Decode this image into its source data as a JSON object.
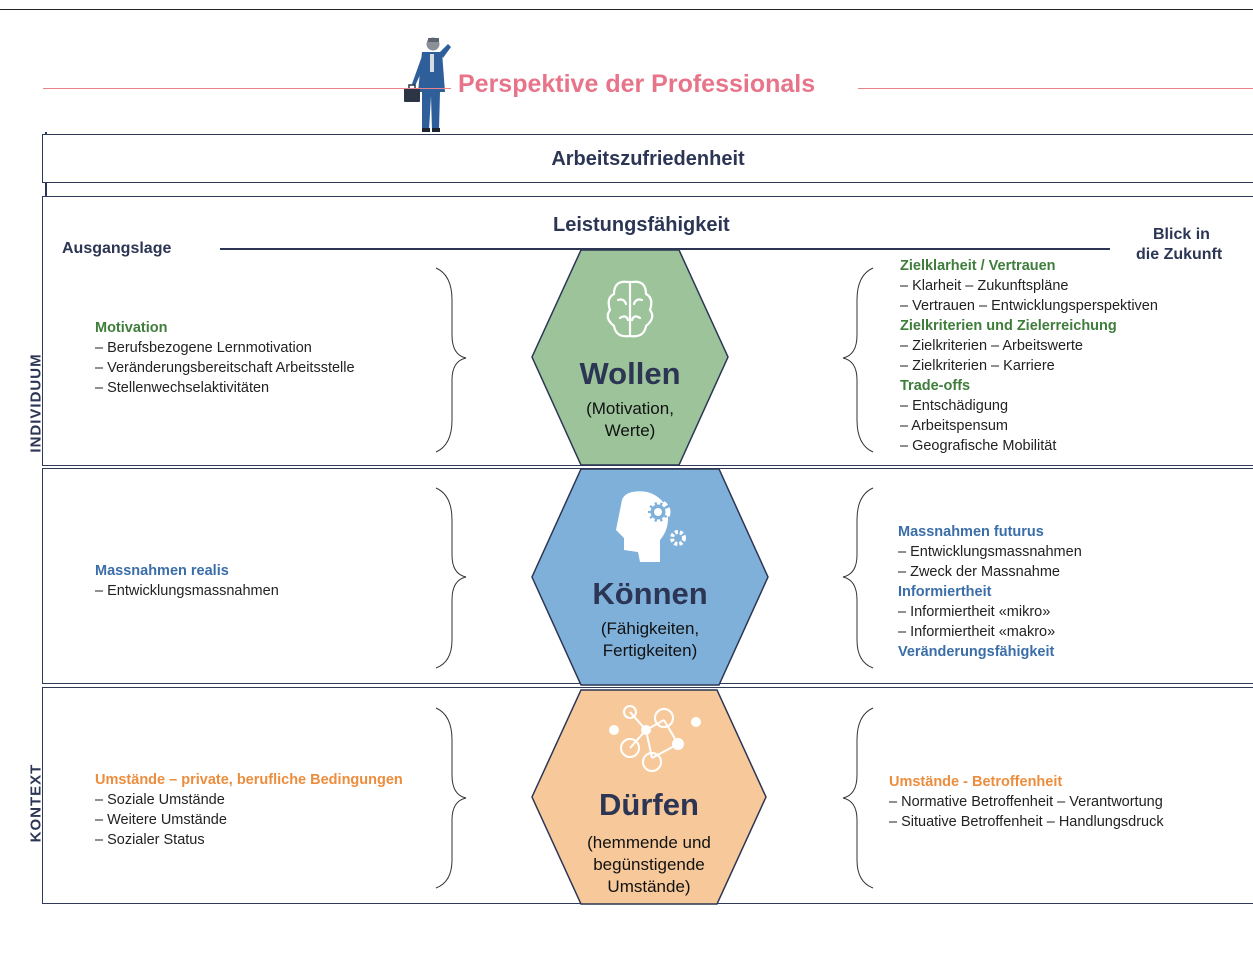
{
  "header": {
    "title": "Perspektive der Professionals"
  },
  "top_bar": {
    "label": "Arbeitszufriedenheit"
  },
  "main": {
    "heading": "Leistungsfähigkeit",
    "left_heading": "Ausgangslage",
    "right_heading_line1": "Blick in",
    "right_heading_line2": "die Zukunft"
  },
  "side_labels": {
    "individuum": "INDIVIDUUM",
    "kontext": "KONTEXT"
  },
  "rows": {
    "wollen": {
      "title": "Wollen",
      "subtitle_line1": "(Motivation,",
      "subtitle_line2": "Werte)",
      "left": {
        "heading": "Motivation",
        "items": [
          "– Berufsbezogene Lernmotivation",
          "– Veränderungsbereitschaft Arbeitsstelle",
          "– Stellenwechselaktivitäten"
        ]
      },
      "right": {
        "heading1": "Zielklarheit / Vertrauen",
        "items1": [
          "– Klarheit – Zukunftspläne",
          "– Vertrauen – Entwicklungsperspektiven"
        ],
        "heading2": "Zielkriterien und Zielerreichung",
        "items2": [
          "– Zielkriterien – Arbeitswerte",
          "– Zielkriterien – Karriere"
        ],
        "heading3": "Trade-offs",
        "items3": [
          "– Entschädigung",
          "– Arbeitspensum",
          "– Geografische Mobilität"
        ]
      }
    },
    "koennen": {
      "title": "Können",
      "subtitle_line1": "(Fähigkeiten,",
      "subtitle_line2": "Fertigkeiten)",
      "left": {
        "heading": "Massnahmen realis",
        "items": [
          "– Entwicklungsmassnahmen"
        ]
      },
      "right": {
        "heading1": "Massnahmen futurus",
        "items1": [
          "– Entwicklungsmassnahmen",
          "– Zweck der Massnahme"
        ],
        "heading2": "Informiertheit",
        "items2": [
          "– Informiertheit «mikro»",
          "– Informiertheit «makro»"
        ],
        "heading3": "Veränderungsfähigkeit"
      }
    },
    "duerfen": {
      "title": "Dürfen",
      "subtitle_line1": "(hemmende und",
      "subtitle_line2": "begünstigende",
      "subtitle_line3": "Umstände)",
      "left": {
        "heading": "Umstände – private, berufliche Bedingungen",
        "items": [
          "– Soziale Umstände",
          "– Weitere Umstände",
          "– Sozialer Status"
        ]
      },
      "right": {
        "heading1": "Umstände - Betroffenheit",
        "items1": [
          "– Normative Betroffenheit – Verantwortung",
          "– Situative Betroffenheit – Handlungsdruck"
        ]
      }
    }
  },
  "colors": {
    "navy": "#2c3654",
    "wollen_fill": "#9cc39a",
    "koennen_fill": "#7fb0da",
    "duerfen_fill": "#f7c99a",
    "title_pink": "#e8748a"
  },
  "icons": [
    "businessman-figure",
    "brain-icon",
    "head-gears-icon",
    "network-people-icon"
  ]
}
